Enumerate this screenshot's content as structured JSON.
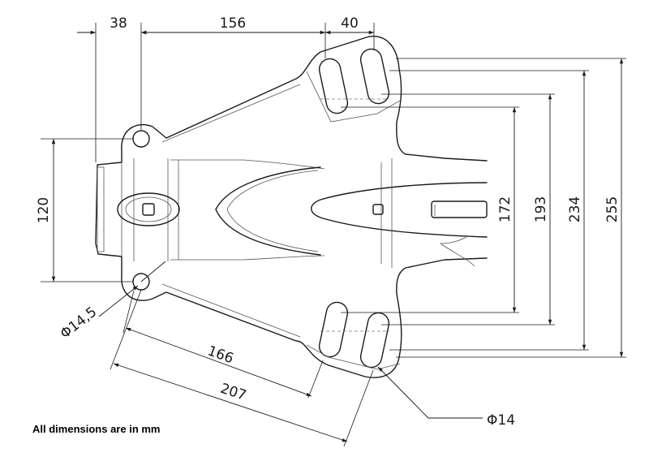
{
  "dimensions": {
    "top_left_width": "38",
    "top_middle_width": "156",
    "top_right_width": "40",
    "left_height": "120",
    "right_height_1": "172",
    "right_height_2": "193",
    "right_height_3": "234",
    "right_height_4": "255",
    "diagonal_inner": "166",
    "diagonal_outer": "207",
    "hole_diameter_left": "Φ14,5",
    "slot_diameter_right": "Φ14"
  },
  "note": "All dimensions are in mm",
  "colors": {
    "line": "#1a1a1a",
    "background": "#ffffff"
  }
}
